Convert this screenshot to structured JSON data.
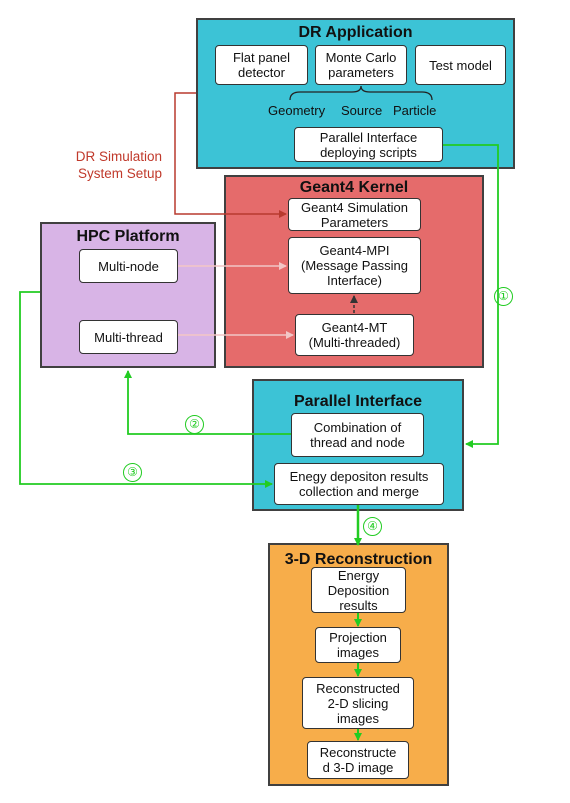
{
  "dr_application": {
    "title": "DR Application",
    "flat_panel": "Flat panel\ndetector",
    "monte_carlo": "Monte Carlo\nparameters",
    "test_model": "Test model",
    "geometry": "Geometry",
    "source": "Source",
    "particle": "Particle",
    "parallel_interface_scripts": "Parallel Interface\ndeploying scripts"
  },
  "setup_label": "DR Simulation\nSystem Setup",
  "geant4_kernel": {
    "title": "Geant4 Kernel",
    "sim_params": "Geant4 Simulation\nParameters",
    "mpi": "Geant4-MPI\n(Message Passing\nInterface)",
    "mt": "Geant4-MT\n(Multi-threaded)"
  },
  "hpc_platform": {
    "title": "HPC Platform",
    "multi_node": "Multi-node",
    "multi_thread": "Multi-thread"
  },
  "parallel_interface": {
    "title": "Parallel Interface",
    "combination": "Combination of\nthread and node",
    "collection": "Enegy depositon results\ncollection and merge"
  },
  "reconstruction": {
    "title": "3-D Reconstruction",
    "energy": "Energy\nDeposition\nresults",
    "projection": "Projection\nimages",
    "slicing": "Reconstructed\n2-D slicing\nimages",
    "image": "Reconstructe\nd 3-D image"
  },
  "step_markers": [
    "①",
    "②",
    "③",
    "④"
  ],
  "colors": {
    "dr_application": "#3cc3d6",
    "geant4_kernel": "#e56b6b",
    "hpc_platform": "#d8b4e6",
    "parallel_interface": "#3cc3d6",
    "reconstruction": "#f7ad4a",
    "flow_arrow": "#22cc22",
    "setup_arrow": "#b83a2f"
  }
}
